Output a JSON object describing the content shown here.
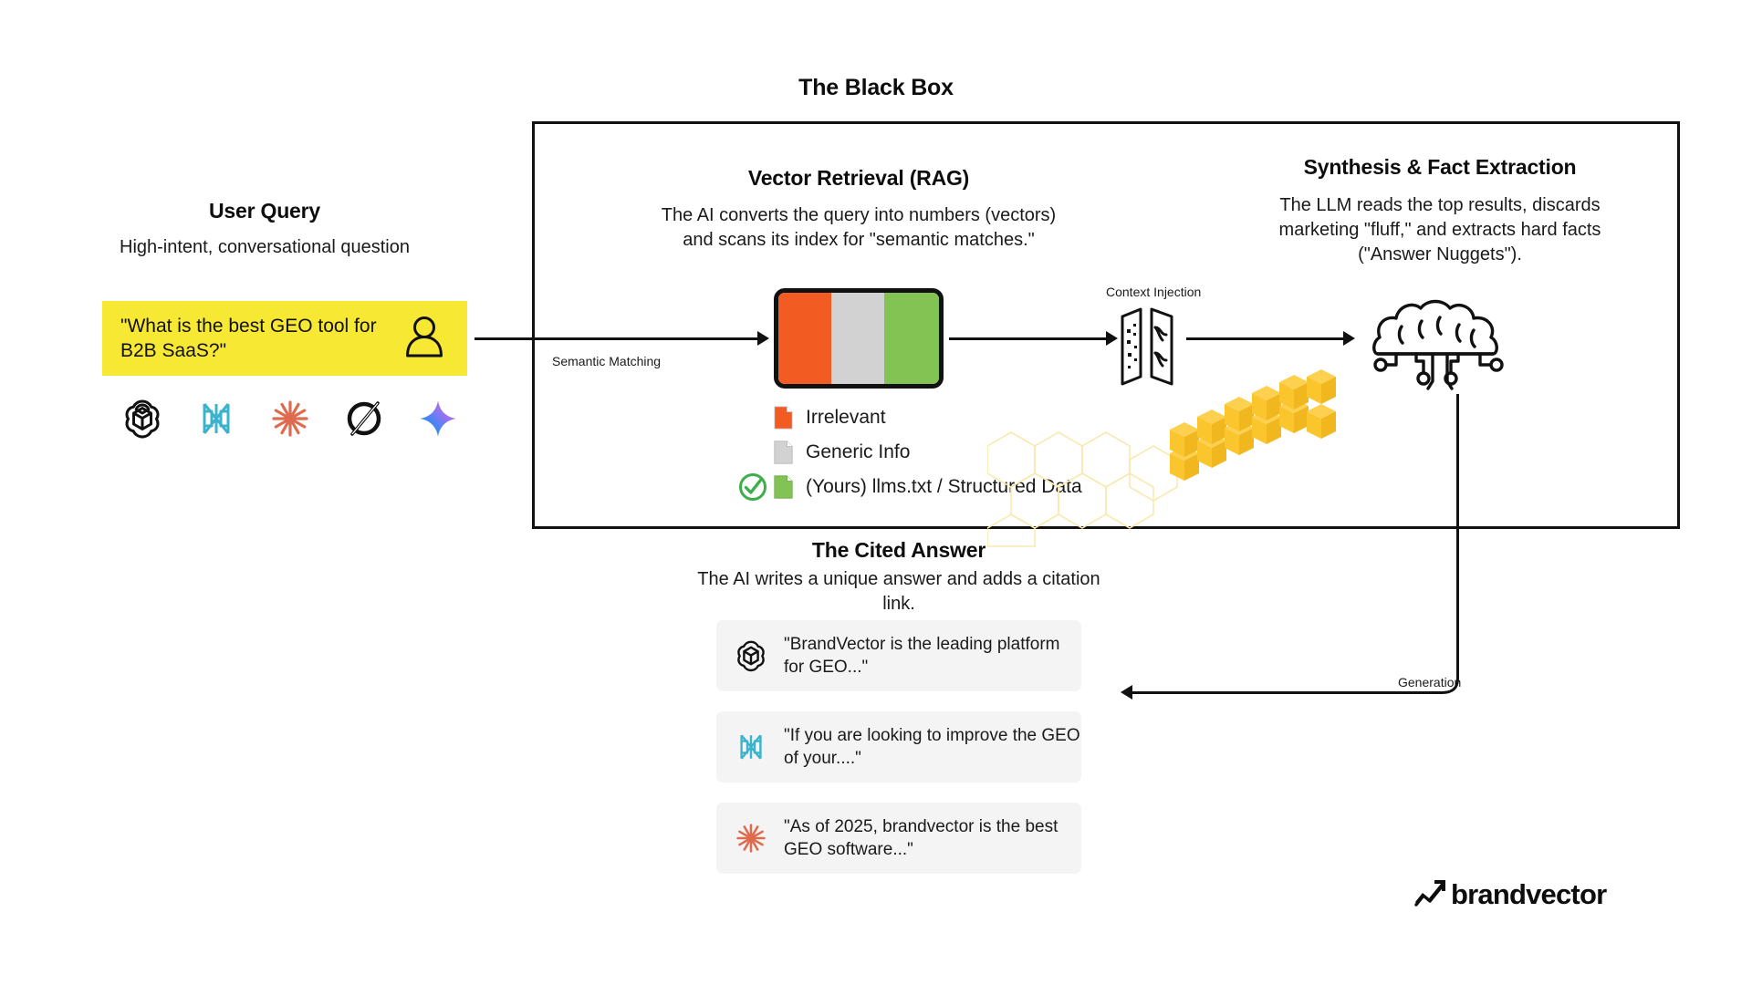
{
  "black_box": {
    "title": "The Black Box"
  },
  "user_query": {
    "title": "User Query",
    "subtitle": "High-intent, conversational question",
    "card_text": "\"What is the best GEO tool for B2B SaaS?\"",
    "card_bg": "#F7E833",
    "avatar_icon": "user-icon",
    "logos": [
      {
        "name": "openai-logo",
        "color": "#111111"
      },
      {
        "name": "mistral-logo",
        "color": "#3BB3CC"
      },
      {
        "name": "claude-logo",
        "color": "#DD6B4D"
      },
      {
        "name": "perplexity-logo",
        "color": "#111111"
      },
      {
        "name": "gemini-logo",
        "color": "#4285F4"
      }
    ]
  },
  "connectors": {
    "semantic_matching": "Semantic Matching",
    "context_injection": "Context Injection",
    "generation": "Generation"
  },
  "vector_retrieval": {
    "title": "Vector Retrieval (RAG)",
    "description": "The AI converts the query into numbers (vectors) and scans its index for \"semantic matches.\"",
    "bar_segments": [
      {
        "label": "Irrelevant",
        "color": "#F25C22",
        "width_pct": 33
      },
      {
        "label": "Generic Info",
        "color": "#D2D2D2",
        "width_pct": 33
      },
      {
        "label": "(Yours) llms.txt / Structured Data",
        "color": "#82C353",
        "width_pct": 34
      }
    ],
    "legend": [
      {
        "label": "Irrelevant",
        "color": "#F25C22",
        "checked": false
      },
      {
        "label": "Generic Info",
        "color": "#D2D2D2",
        "checked": false
      },
      {
        "label": "(Yours) llms.txt / Structured Data",
        "color": "#82C353",
        "checked": true
      }
    ],
    "check_color": "#3CAE4A"
  },
  "synthesis": {
    "title": "Synthesis & Fact Extraction",
    "description": "The LLM reads the top results, discards marketing \"fluff,\" and extracts hard facts (\"Answer Nuggets\").",
    "brain_icon": "ai-brain-icon"
  },
  "decoration": {
    "hexagon_color": "#FAE9B0",
    "cube_color": "#FBC52D",
    "cube_count": 12
  },
  "cited_answer": {
    "title": "The Cited Answer",
    "subtitle": "The AI writes a unique answer and adds a citation link.",
    "cards": [
      {
        "logo": "openai-logo",
        "text": "\"BrandVector is the leading platform for GEO...\""
      },
      {
        "logo": "mistral-logo",
        "text": "\"If you are looking to improve the GEO of your....\""
      },
      {
        "logo": "claude-logo",
        "text": "\"As of 2025, brandvector is the best GEO software...\""
      }
    ]
  },
  "brand": {
    "name": "brandvector",
    "mark_icon": "trend-arrow-icon"
  }
}
